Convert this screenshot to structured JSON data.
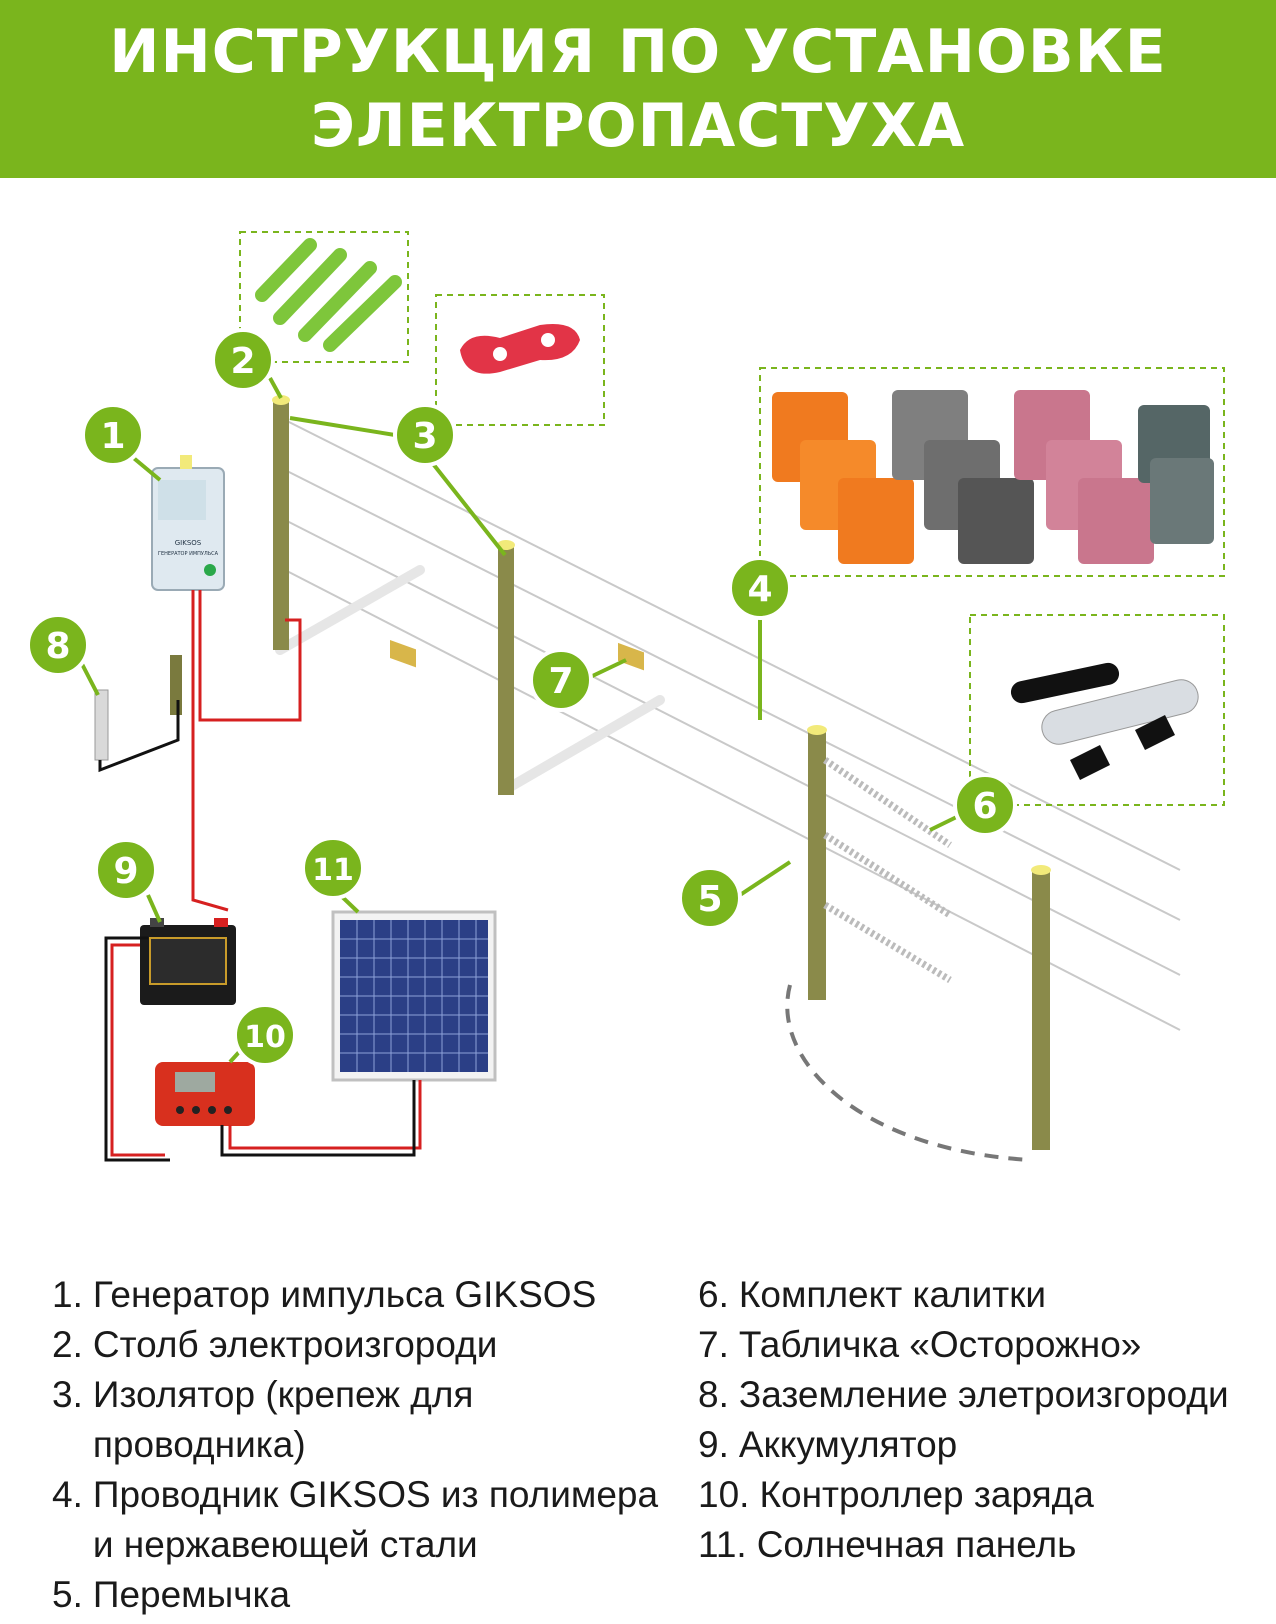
{
  "header": {
    "title_line1": "ИНСТРУКЦИЯ ПО УСТАНОВКЕ",
    "title_line2": "ЭЛЕКТРОПАСТУХА"
  },
  "colors": {
    "accent": "#7ab51d",
    "wire_red": "#d62020",
    "post": "#8a8a4a"
  },
  "device": {
    "brand": "GIKSOS",
    "caption": "ГЕНЕРАТОР ИМПУЛЬСА"
  },
  "markers": [
    "1",
    "2",
    "3",
    "4",
    "5",
    "6",
    "7",
    "8",
    "9",
    "10",
    "11"
  ],
  "legend": {
    "left": [
      {
        "num": "1.",
        "label": "Генератор импульса GIKSOS"
      },
      {
        "num": "2.",
        "label": "Столб электроизгороди"
      },
      {
        "num": "3.",
        "label": "Изолятор (крепеж для проводника)"
      },
      {
        "num": "4.",
        "label": "Проводник GIKSOS из полимера и нержавеющей стали"
      },
      {
        "num": "5.",
        "label": "Перемычка"
      }
    ],
    "right": [
      {
        "num": "6.",
        "label": "Комплект калитки"
      },
      {
        "num": "7.",
        "label": "Табличка «Осторожно»"
      },
      {
        "num": "8.",
        "label": "Заземление элетроизгороди"
      },
      {
        "num": "9.",
        "label": "Аккумулятор"
      },
      {
        "num": "10.",
        "label": "Контроллер заряда"
      },
      {
        "num": "11.",
        "label": "Солнечная панель"
      }
    ]
  }
}
